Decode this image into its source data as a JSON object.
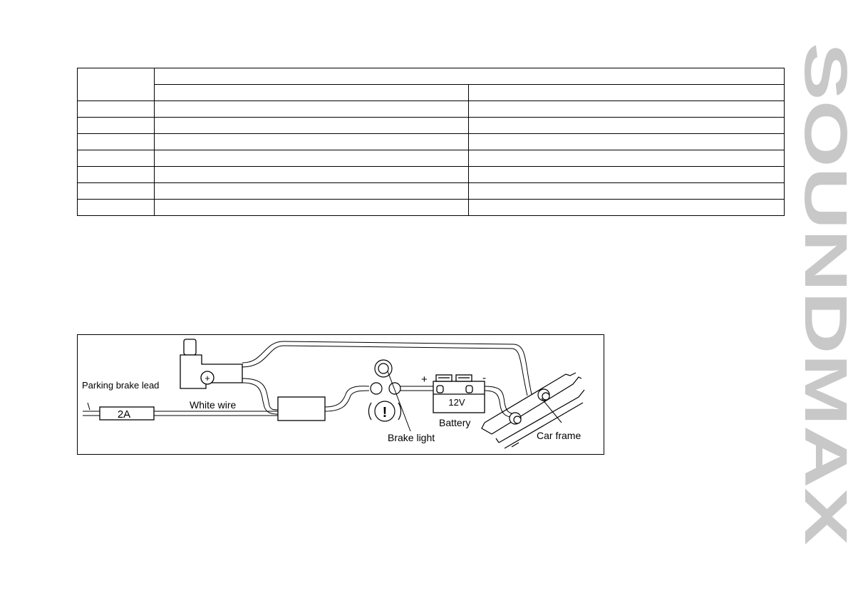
{
  "table": {
    "rows": [
      [
        "",
        "",
        ""
      ],
      [
        "",
        "",
        ""
      ],
      [
        "",
        "",
        ""
      ],
      [
        "",
        "",
        ""
      ],
      [
        "",
        "",
        ""
      ],
      [
        "",
        "",
        ""
      ],
      [
        "",
        "",
        ""
      ],
      [
        "",
        "",
        ""
      ]
    ],
    "header_top": [
      "",
      ""
    ],
    "header_sub": [
      "",
      ""
    ]
  },
  "diagram": {
    "labels": {
      "parking_brake_lead": "Parking brake lead",
      "white_wire": "White wire",
      "fuse": "2A",
      "battery_voltage": "12V",
      "battery": "Battery",
      "plus": "+",
      "minus": "-",
      "brake_light": "Brake light",
      "car_frame": "Car frame",
      "warning": "!"
    }
  },
  "brand": {
    "logo_text": "SOUNDMAX",
    "color": "#c8c8c8"
  }
}
